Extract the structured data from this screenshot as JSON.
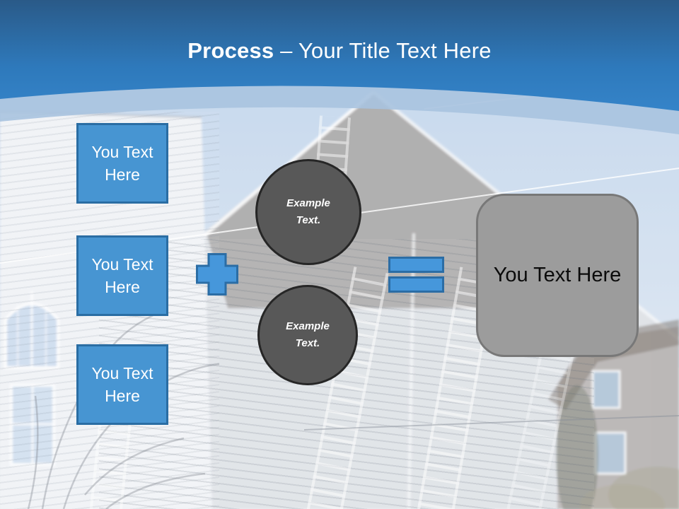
{
  "slide_title": {
    "bold": "Process",
    "rest": "– Your Title Text Here"
  },
  "diagram": {
    "inputs": [
      {
        "label": "You Text Here"
      },
      {
        "label": "You Text Here"
      },
      {
        "label": "You Text Here"
      }
    ],
    "examples": [
      {
        "label": "Example Text."
      },
      {
        "label": "Example Text."
      }
    ],
    "operators": {
      "plus_icon": "plus-icon",
      "equals_icon": "equals-icon"
    },
    "result": {
      "label": "You Text Here"
    }
  },
  "background": {
    "description_icon": "house-siding-photo"
  },
  "colors": {
    "header_blue_top": "#2A5A88",
    "header_blue_bottom": "#3584C9",
    "header_band": "#A9C3DF",
    "accent_blue_fill": "#4795D2",
    "accent_blue_border": "#2A6DA3",
    "circle_gray_fill": "#585858",
    "circle_gray_border": "#262626",
    "result_gray_fill": "#9C9C9C",
    "result_gray_border": "#787878",
    "title_text": "#FFFFFF",
    "result_text": "#0B0B0B"
  }
}
